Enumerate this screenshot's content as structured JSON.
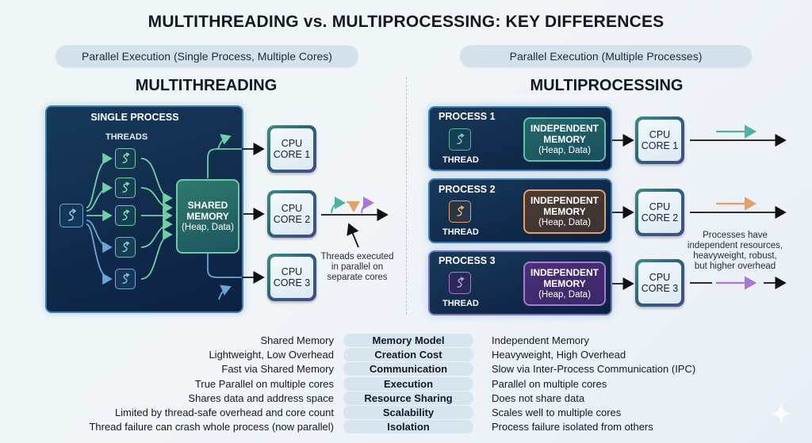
{
  "title": "MULTITHREADING vs. MULTIPROCESSING: KEY DIFFERENCES",
  "left": {
    "pill": "Parallel Execution (Single Process, Multiple Cores)",
    "heading": "MULTITHREADING",
    "panel_label": "SINGLE PROCESS",
    "threads_label": "THREADS",
    "shared_memory": {
      "title_line1": "SHARED",
      "title_line2": "MEMORY",
      "sub": "(Heap, Data)"
    },
    "cores": [
      {
        "line1": "CPU",
        "line2": "CORE 1"
      },
      {
        "line1": "CPU",
        "line2": "CORE 2"
      },
      {
        "line1": "CPU",
        "line2": "CORE 3"
      }
    ],
    "note": [
      "Threads executed",
      "in parallel on",
      "separate cores"
    ],
    "thread_count": 5
  },
  "right": {
    "pill": "Parallel Execution (Multiple Processes)",
    "heading": "MULTIPROCESSING",
    "processes": [
      {
        "label": "PROCESS 1",
        "thread_label": "THREAD",
        "mem_line1": "INDEPENDENT",
        "mem_line2": "MEMORY",
        "mem_sub": "(Heap, Data)",
        "color": "#4fb3a3",
        "core_line1": "CPU",
        "core_line2": "CORE 1"
      },
      {
        "label": "PROCESS 2",
        "thread_label": "THREAD",
        "mem_line1": "INDEPENDENT",
        "mem_line2": "MEMORY",
        "mem_sub": "(Heap, Data)",
        "color": "#e3a06a",
        "core_line1": "CPU",
        "core_line2": "CORE 2"
      },
      {
        "label": "PROCESS 3",
        "thread_label": "THREAD",
        "mem_line1": "INDEPENDENT",
        "mem_line2": "MEMORY",
        "mem_sub": "(Heap, Data)",
        "color": "#a978d6",
        "core_line1": "CPU",
        "core_line2": "CORE 3"
      }
    ],
    "note": [
      "Processes have",
      "independent resources,",
      "heavyweight, robust,",
      "but higher overhead"
    ]
  },
  "comparison": [
    {
      "left": "Shared Memory",
      "aspect": "Memory Model",
      "right": "Independent Memory"
    },
    {
      "left": "Lightweight, Low Overhead",
      "aspect": "Creation Cost",
      "right": "Heavyweight, High Overhead"
    },
    {
      "left": "Fast via Shared Memory",
      "aspect": "Communication",
      "right": "Slow via Inter-Process Communication (IPC)"
    },
    {
      "left": "True Parallel on multiple cores",
      "aspect": "Execution",
      "right": "Parallel on multiple cores"
    },
    {
      "left": "Shares data and address space",
      "aspect": "Resource Sharing",
      "right": "Does not share data"
    },
    {
      "left": "Limited by thread-safe overhead and core count",
      "aspect": "Scalability",
      "right": "Scales well to multiple cores"
    },
    {
      "left": "Thread failure can crash whole process (now parallel)",
      "aspect": "Isolation",
      "right": "Process failure isolated from others"
    }
  ],
  "colors": {
    "thread_green": "#6fd0a6",
    "thread_blue": "#6aa7d8",
    "panel_dark": "#10294a",
    "teal": "#4fb3a3",
    "orange": "#e3a06a",
    "purple": "#a978d6"
  }
}
